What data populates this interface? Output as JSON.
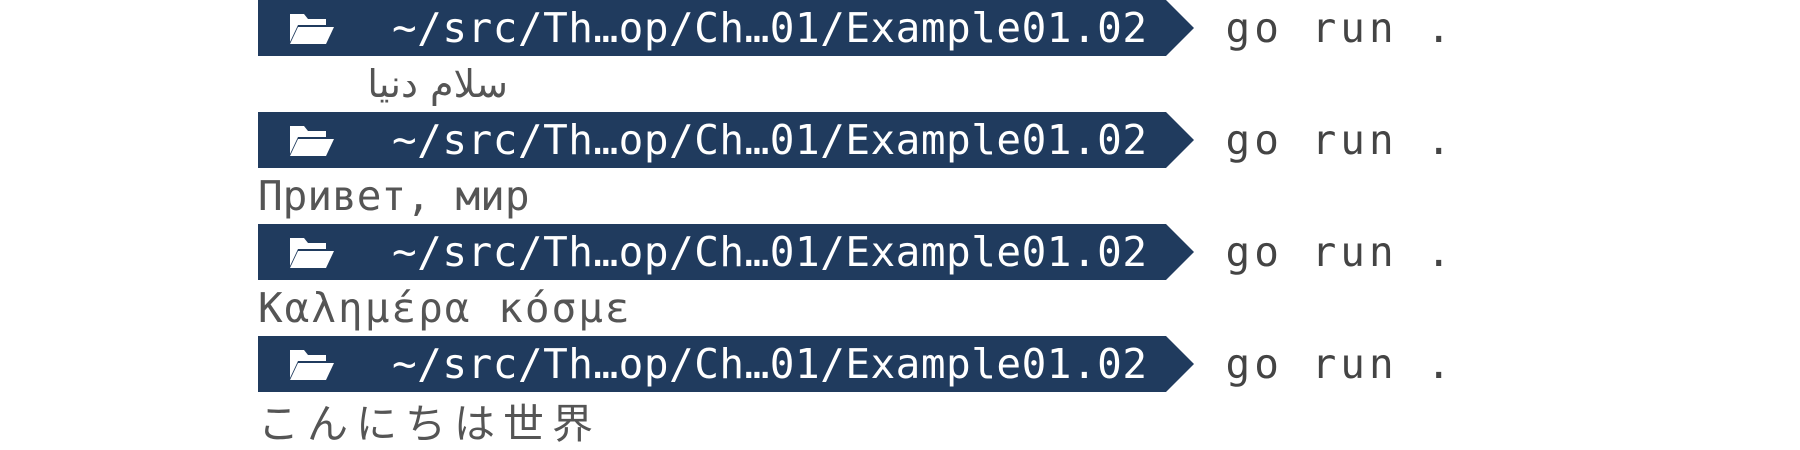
{
  "prompt": {
    "path": "~/src/Th…op/Ch…01/Example01.02",
    "icon": "folder-open-icon",
    "segment_color": "#203b5e"
  },
  "entries": [
    {
      "command": "go run .",
      "output": "سلام دنیا"
    },
    {
      "command": "go run .",
      "output": "Привет, мир"
    },
    {
      "command": "go run .",
      "output": "Καλημέρα κόσμε"
    },
    {
      "command": "go run .",
      "output": "こんにちは世界"
    }
  ]
}
